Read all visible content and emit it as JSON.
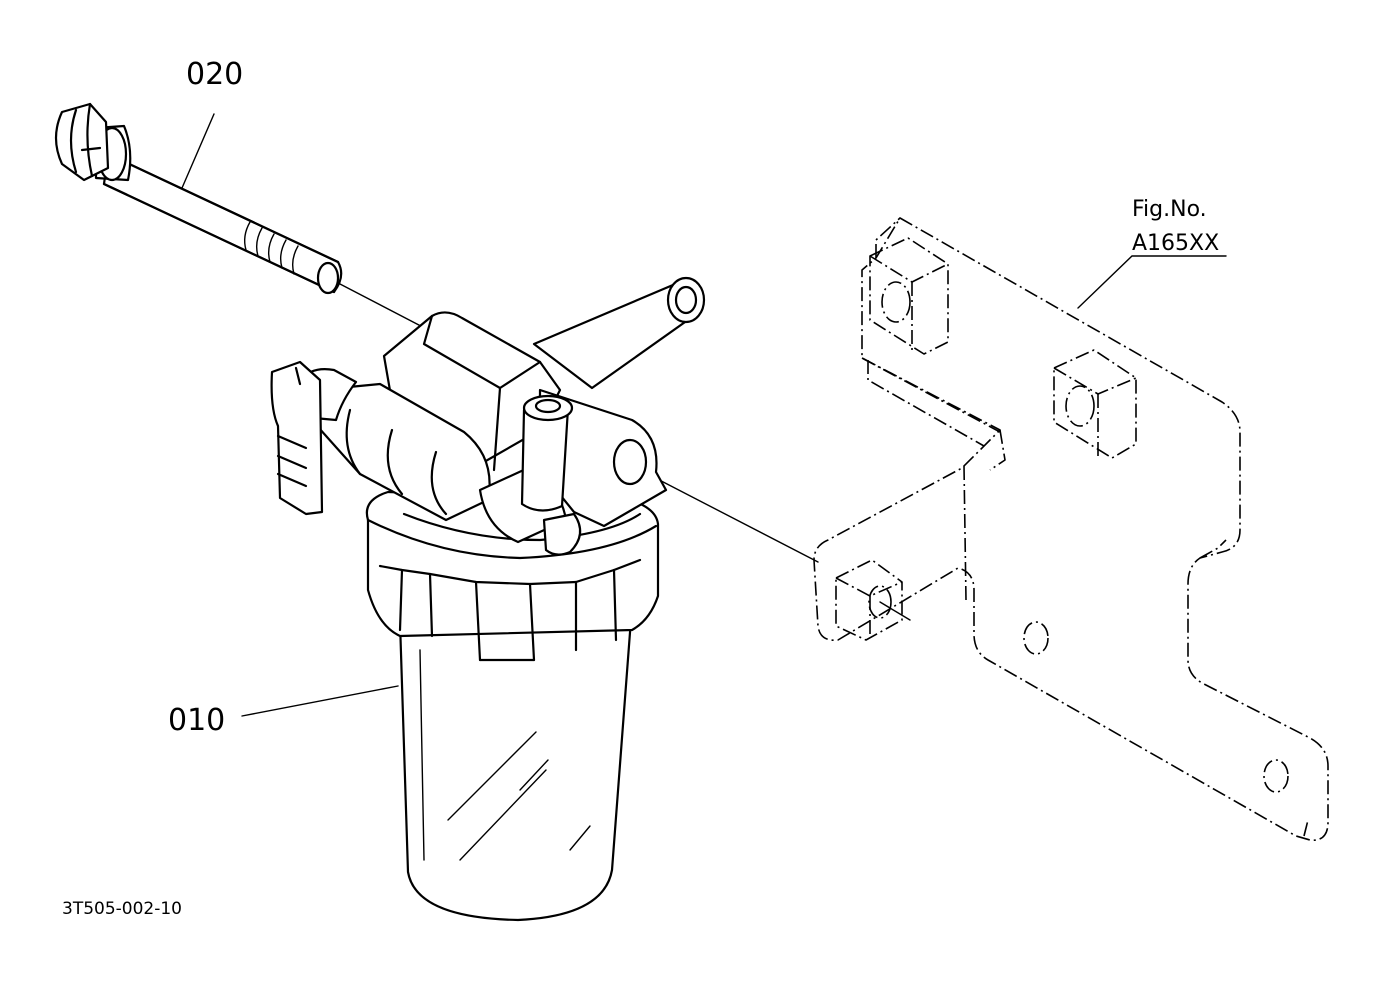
{
  "callouts": {
    "bolt": "020",
    "filter": "010",
    "fig_line1": "Fig.No.",
    "fig_line2": "A165XX",
    "drawing_number": "3T505-002-10"
  }
}
